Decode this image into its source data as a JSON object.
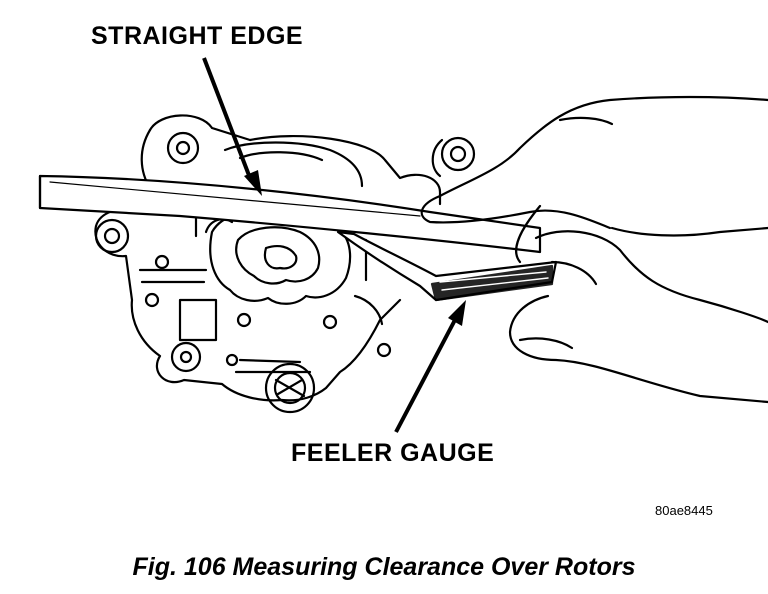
{
  "labels": {
    "straight_edge": "STRAIGHT EDGE",
    "feeler_gauge": "FEELER GAUGE"
  },
  "figure_code": "80ae8445",
  "caption": "Fig. 106 Measuring Clearance Over Rotors",
  "colors": {
    "ink": "#000000",
    "paper": "#ffffff"
  }
}
